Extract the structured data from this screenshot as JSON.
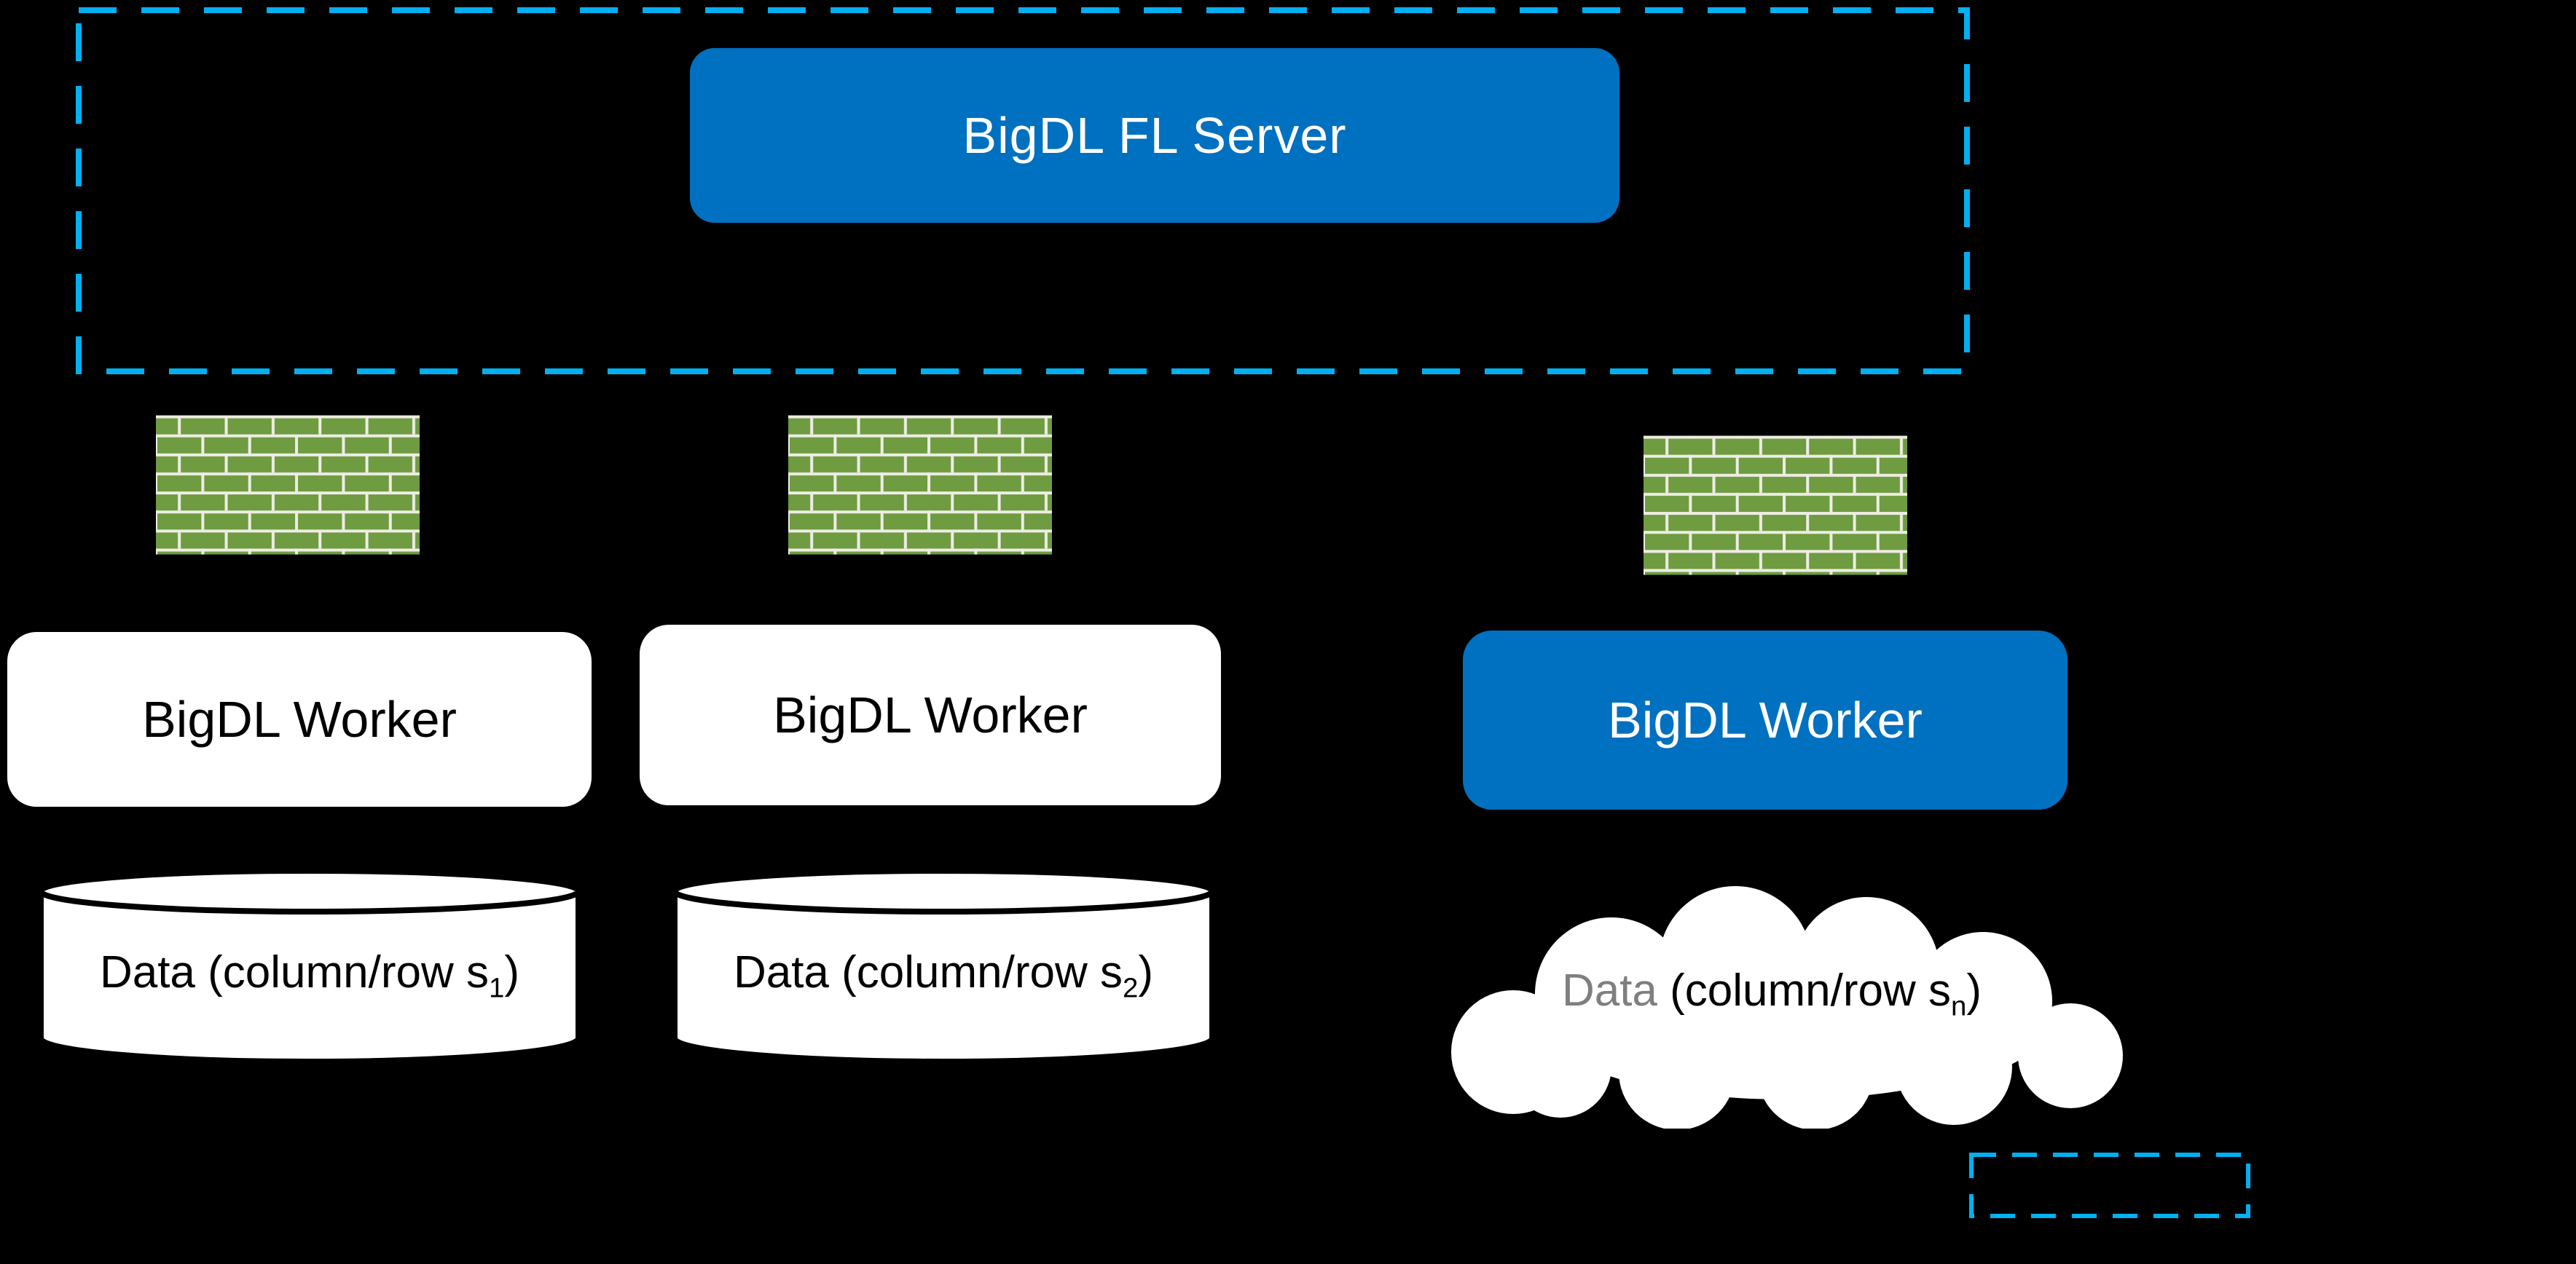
{
  "colors": {
    "background": "#000000",
    "node_blue": "#0070C0",
    "dashed_cyan": "#00B0F0",
    "brick_green": "#6F9B41",
    "brick_mortar": "#EDEDE4",
    "cloud_data_gray": "#7F7F7F",
    "node_white": "#FFFFFF",
    "outline_black": "#000000"
  },
  "server": {
    "label": "BigDL FL Server"
  },
  "firewalls": [
    {
      "icon": "firewall-brick-wall"
    },
    {
      "icon": "firewall-brick-wall"
    },
    {
      "icon": "firewall-brick-wall"
    }
  ],
  "workers": [
    {
      "label": "BigDL Worker",
      "style": "white"
    },
    {
      "label": "BigDL Worker",
      "style": "white"
    },
    {
      "label": "BigDL Worker",
      "style": "blue"
    }
  ],
  "datastores": [
    {
      "shape": "cylinder",
      "label_prefix": "Data (column/row s",
      "label_sub": "1",
      "label_suffix": ")"
    },
    {
      "shape": "cylinder",
      "label_prefix": "Data (column/row s",
      "label_sub": "2",
      "label_suffix": ")"
    },
    {
      "shape": "cloud",
      "label_gray": "Data",
      "label_prefix": " (column/row s",
      "label_sub": "n",
      "label_suffix": ")"
    }
  ]
}
